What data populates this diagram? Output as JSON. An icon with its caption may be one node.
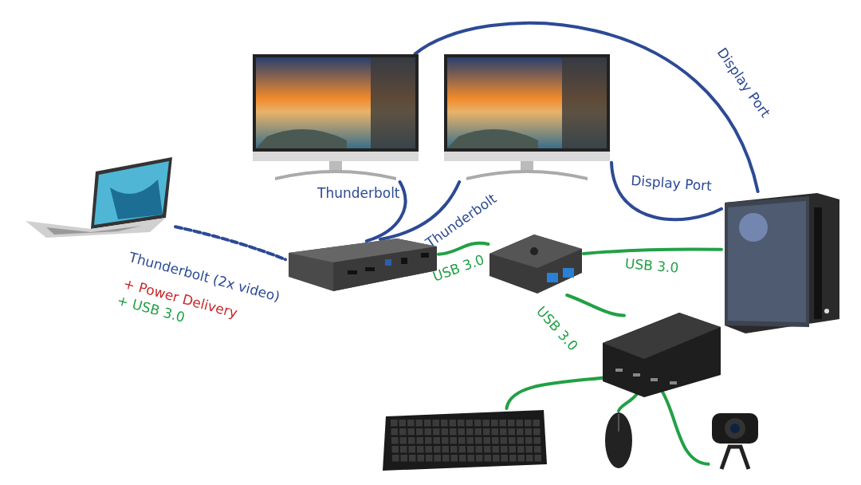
{
  "diagram": {
    "nodes": [
      {
        "text": [],
        "shape": "picture"
      },
      {
        "text": [],
        "shape": "picture"
      },
      {
        "text": [],
        "shape": "picture"
      },
      {
        "text": [],
        "shape": "picture"
      },
      {
        "text": [],
        "shape": "picture"
      },
      {
        "text": [],
        "shape": "picture"
      },
      {
        "text": [],
        "shape": "picture"
      },
      {
        "text": [],
        "shape": "picture"
      },
      {
        "text": [],
        "shape": "picture"
      },
      {
        "text": [],
        "shape": "picture"
      }
    ],
    "edges": [
      {
        "from": 0,
        "to": 3,
        "arrow": "none",
        "label": "Thunderbolt (2x video)",
        "style": "dashed",
        "color": "#2c4a94"
      },
      {
        "from": 1,
        "to": 3,
        "arrow": "none",
        "label": "Thunderbolt",
        "color": "#2c4a94"
      },
      {
        "from": 2,
        "to": 3,
        "arrow": "none",
        "label": "Thunderbolt",
        "color": "#2c4a94"
      },
      {
        "from": 3,
        "to": 4,
        "arrow": "none",
        "label": "USB 3.0"
      },
      {
        "from": 1,
        "to": 5,
        "arrow": "none",
        "label": "Display Port",
        "color": "#2c4a94"
      },
      {
        "from": 2,
        "to": 5,
        "arrow": "none",
        "label": "Display Port",
        "color": "#2c4a94"
      },
      {
        "from": 4,
        "to": 5,
        "arrow": "none",
        "label": "USB 3.0"
      },
      {
        "from": 4,
        "to": 6,
        "arrow": "none",
        "label": "USB 3.0"
      },
      {
        "from": 6,
        "to": 7,
        "arrow": "none"
      },
      {
        "from": 6,
        "to": 8,
        "arrow": "none"
      },
      {
        "from": 6,
        "to": 9,
        "arrow": "none"
      }
    ],
    "labels": [
      "+ Power Delivery",
      "+ USB 3.0"
    ]
  }
}
